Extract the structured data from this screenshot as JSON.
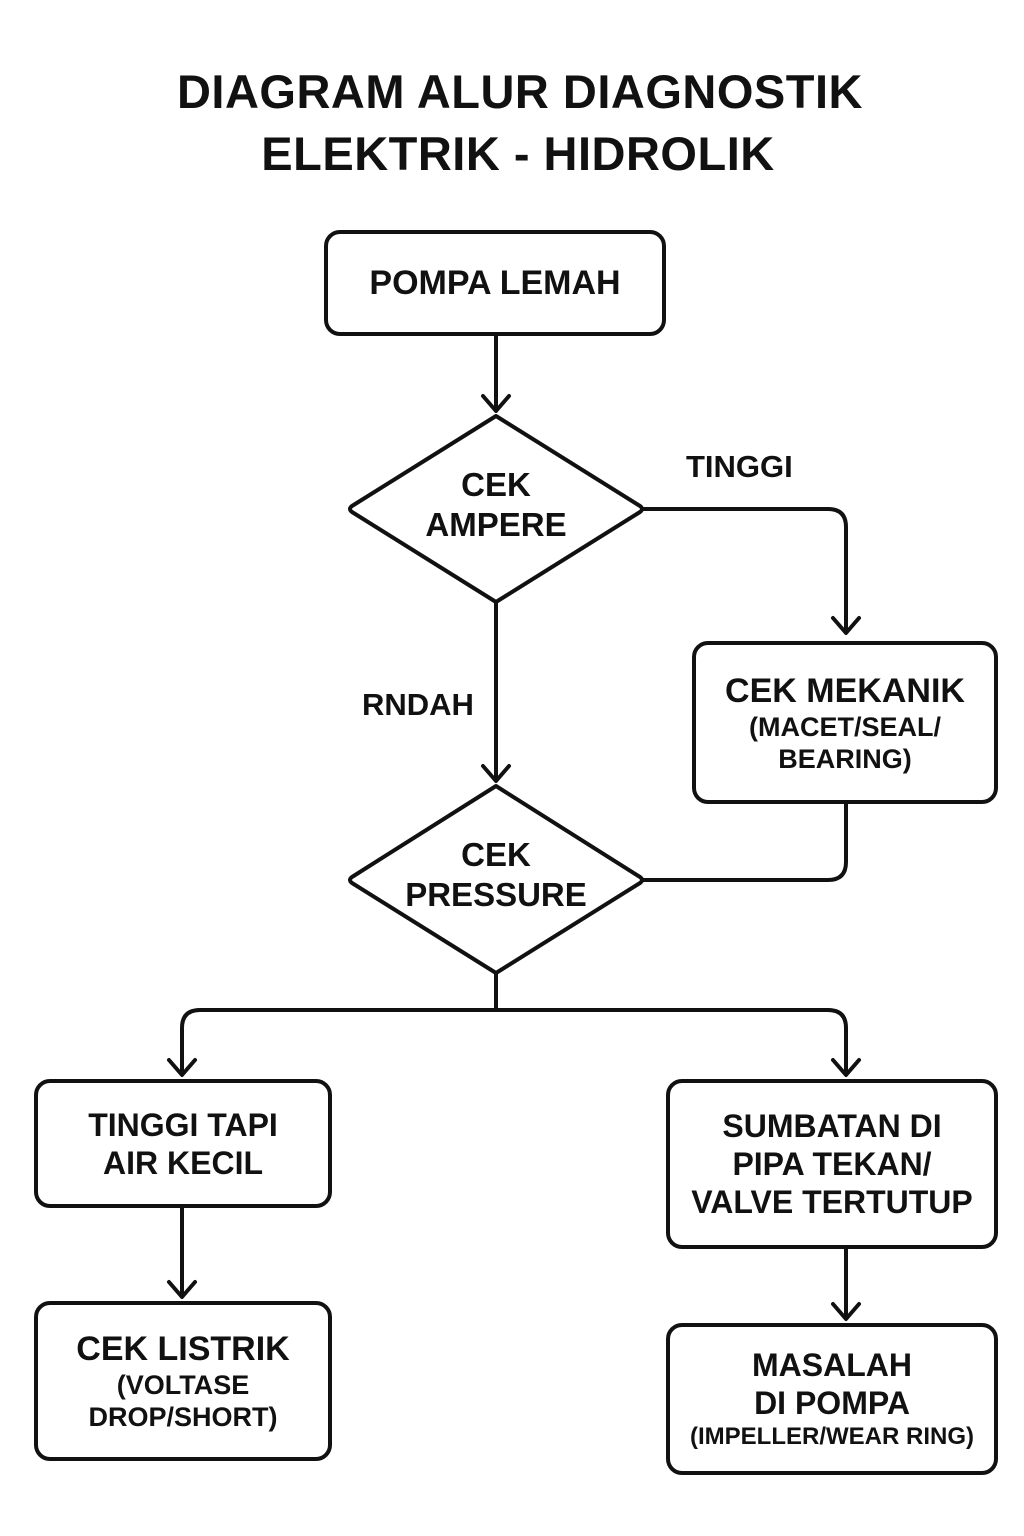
{
  "title": {
    "line1": "DIAGRAM ALUR DIAGNOSTIK",
    "line2": "ELEKTRIK - HIDROLIK"
  },
  "nodes": {
    "start": {
      "label": "POMPA LEMAH"
    },
    "cek_ampere": {
      "line1": "CEK",
      "line2": "AMPERE"
    },
    "cek_mekanik": {
      "line1": "CEK MEKANIK",
      "line2": "(MACET/SEAL/",
      "line3": "BEARING)"
    },
    "cek_pressure": {
      "line1": "CEK",
      "line2": "PRESSURE"
    },
    "tinggi_tapi": {
      "line1": "TINGGI TAPI",
      "line2": "AIR KECIL"
    },
    "cek_listrik": {
      "line1": "CEK LISTRIK",
      "line2": "(VOLTASE",
      "line3": "DROP/SHORT)"
    },
    "sumbatan": {
      "line1": "SUMBATAN DI",
      "line2": "PIPA TEKAN/",
      "line3": "VALVE TERTUTUP"
    },
    "masalah": {
      "line1": "MASALAH",
      "line2": "DI POMPA",
      "line3": "(IMPELLER/WEAR RING)"
    }
  },
  "edges": {
    "tinggi_label": "TINGGI",
    "rendah_label": "RNDAH"
  },
  "colors": {
    "stroke": "#111111",
    "background": "#ffffff"
  }
}
